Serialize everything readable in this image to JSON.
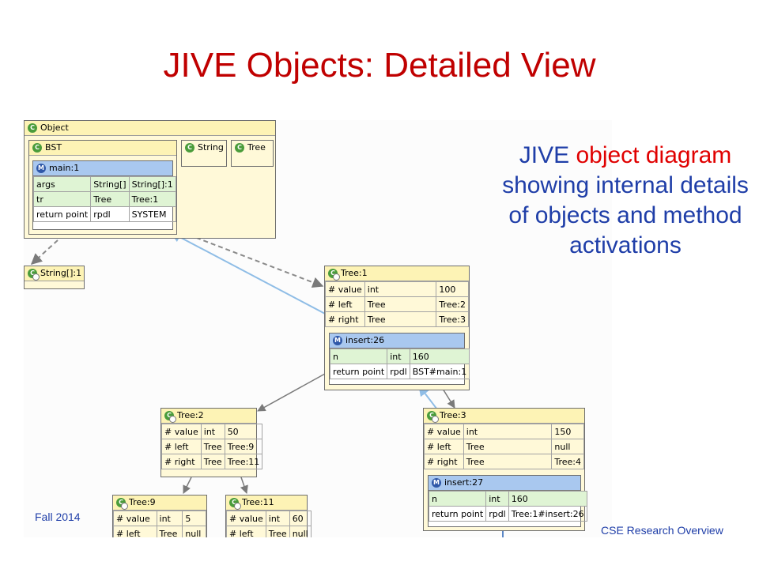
{
  "slide": {
    "title": "JIVE Objects: Detailed View",
    "footer_left": "Fall 2014",
    "footer_right": "CSE Research Overview"
  },
  "description": {
    "w1": "JIVE",
    "w2": "object",
    "w3": "diagram",
    "w4": "showing internal details of objects and method activations"
  },
  "diagram": {
    "object_container": "Object",
    "bst": "BST",
    "string_class": "String",
    "tree_class": "Tree",
    "main_frame": {
      "title": "main:1",
      "rows": [
        [
          "args",
          "String[]",
          "String[]:1"
        ],
        [
          "tr",
          "Tree",
          "Tree:1"
        ],
        [
          "return point",
          "rpdl",
          "SYSTEM"
        ]
      ]
    },
    "string_array": "String[]:1",
    "tree1": {
      "title": "Tree:1",
      "rows": [
        [
          "# value",
          "int",
          "100"
        ],
        [
          "# left",
          "Tree",
          "Tree:2"
        ],
        [
          "# right",
          "Tree",
          "Tree:3"
        ]
      ],
      "frame_title": "insert:26",
      "frame_rows": [
        [
          "n",
          "int",
          "160"
        ],
        [
          "return point",
          "rpdl",
          "BST#main:1"
        ]
      ]
    },
    "tree2": {
      "title": "Tree:2",
      "rows": [
        [
          "# value",
          "int",
          "50"
        ],
        [
          "# left",
          "Tree",
          "Tree:9"
        ],
        [
          "# right",
          "Tree",
          "Tree:11"
        ]
      ]
    },
    "tree3": {
      "title": "Tree:3",
      "rows": [
        [
          "# value",
          "int",
          "150"
        ],
        [
          "# left",
          "Tree",
          "null"
        ],
        [
          "# right",
          "Tree",
          "Tree:4"
        ]
      ],
      "frame_title": "insert:27",
      "frame_rows": [
        [
          "n",
          "int",
          "160"
        ],
        [
          "return point",
          "rpdl",
          "Tree:1#insert:26"
        ]
      ]
    },
    "tree9": {
      "title": "Tree:9",
      "rows": [
        [
          "# value",
          "int",
          "5"
        ],
        [
          "# left",
          "Tree",
          "null"
        ]
      ]
    },
    "tree11": {
      "title": "Tree:11",
      "rows": [
        [
          "# value",
          "int",
          "60"
        ],
        [
          "# left",
          "Tree",
          "null"
        ]
      ]
    },
    "icons": {
      "class": "class-c-icon",
      "method": "method-m-icon"
    }
  }
}
